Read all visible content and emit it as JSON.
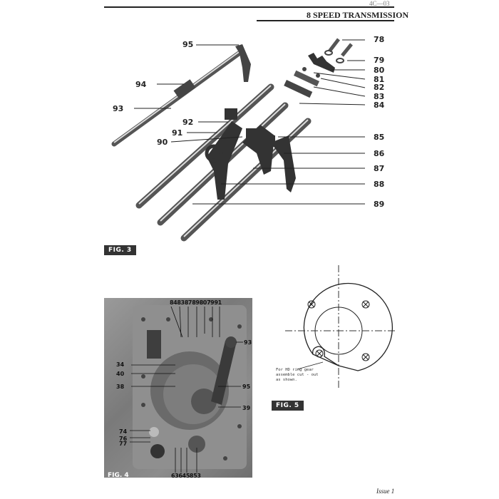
{
  "header": {
    "page_number": "4C—03",
    "section_title": "8 SPEED TRANSMISSION"
  },
  "figure3": {
    "label": "FIG. 3",
    "callouts": [
      "95",
      "94",
      "93",
      "92",
      "91",
      "90",
      "78",
      "79",
      "80",
      "81",
      "82",
      "83",
      "84",
      "85",
      "86",
      "87",
      "88",
      "89"
    ]
  },
  "figure4": {
    "label": "FIG. 4",
    "top_callouts": "84 83 87 89 80 79 91",
    "callouts": {
      "c93": "93",
      "c34": "34",
      "c40": "40",
      "c38": "38",
      "c95": "95",
      "c39": "39",
      "c74": "74",
      "c76": "76",
      "c77": "77"
    },
    "bottom_callouts": "63 64 58 53"
  },
  "figure5": {
    "label": "FIG. 5",
    "note_line1": "For HD ring gear",
    "note_line2": "assemble cut - out",
    "note_line3": "as shown."
  },
  "footer": {
    "issue": "Issue 1"
  }
}
